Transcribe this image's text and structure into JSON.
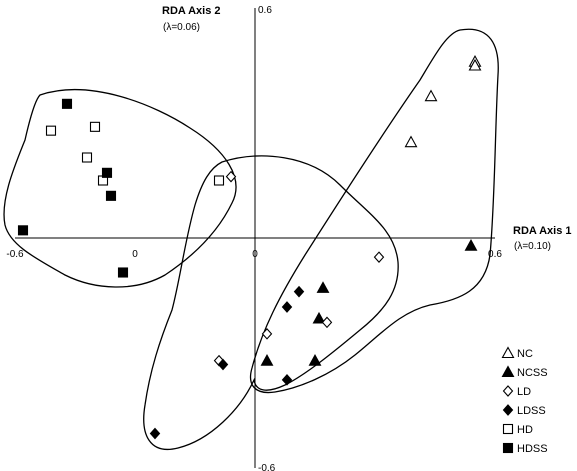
{
  "chart_data": {
    "type": "scatter",
    "title": "",
    "xlabel": "RDA Axis 1",
    "xlabel_note": "(λ=0.10)",
    "ylabel": "RDA Axis 2",
    "ylabel_note": "(λ=0.06)",
    "xlim": [
      -0.6,
      0.6
    ],
    "ylim": [
      -0.6,
      0.6
    ],
    "x_ticks": [
      {
        "value": -0.6,
        "label": "-0.6"
      },
      {
        "value": -0.3,
        "label": "0"
      },
      {
        "value": 0.0,
        "label": "0"
      },
      {
        "value": 0.6,
        "label": "0.6"
      }
    ],
    "y_ticks": [
      {
        "value": 0.6,
        "label": "0.6"
      },
      {
        "value": -0.6,
        "label": "-0.6"
      }
    ],
    "grid": false,
    "legend_position": "bottom-right",
    "series": [
      {
        "name": "NC",
        "marker": "triangle-open",
        "points": [
          [
            0.55,
            0.46
          ],
          [
            0.55,
            0.45
          ],
          [
            0.44,
            0.37
          ],
          [
            0.39,
            0.25
          ]
        ]
      },
      {
        "name": "NCSS",
        "marker": "triangle-filled",
        "points": [
          [
            0.54,
            -0.02
          ],
          [
            0.17,
            -0.13
          ],
          [
            0.16,
            -0.21
          ],
          [
            0.03,
            -0.32
          ],
          [
            0.15,
            -0.32
          ]
        ]
      },
      {
        "name": "LD",
        "marker": "diamond-open",
        "points": [
          [
            -0.06,
            0.16
          ],
          [
            0.31,
            -0.05
          ],
          [
            0.18,
            -0.22
          ],
          [
            0.03,
            -0.25
          ],
          [
            -0.09,
            -0.32
          ]
        ]
      },
      {
        "name": "LDSS",
        "marker": "diamond-filled",
        "points": [
          [
            0.11,
            -0.14
          ],
          [
            0.08,
            -0.18
          ],
          [
            -0.08,
            -0.33
          ],
          [
            0.08,
            -0.37
          ],
          [
            -0.25,
            -0.51
          ]
        ]
      },
      {
        "name": "HD",
        "marker": "square-open",
        "points": [
          [
            -0.51,
            0.28
          ],
          [
            -0.4,
            0.29
          ],
          [
            -0.42,
            0.21
          ],
          [
            -0.38,
            0.15
          ],
          [
            -0.09,
            0.15
          ]
        ]
      },
      {
        "name": "HDSS",
        "marker": "square-filled",
        "points": [
          [
            -0.47,
            0.35
          ],
          [
            -0.37,
            0.17
          ],
          [
            -0.36,
            0.11
          ],
          [
            -0.58,
            0.02
          ],
          [
            -0.33,
            -0.09
          ]
        ]
      }
    ]
  }
}
